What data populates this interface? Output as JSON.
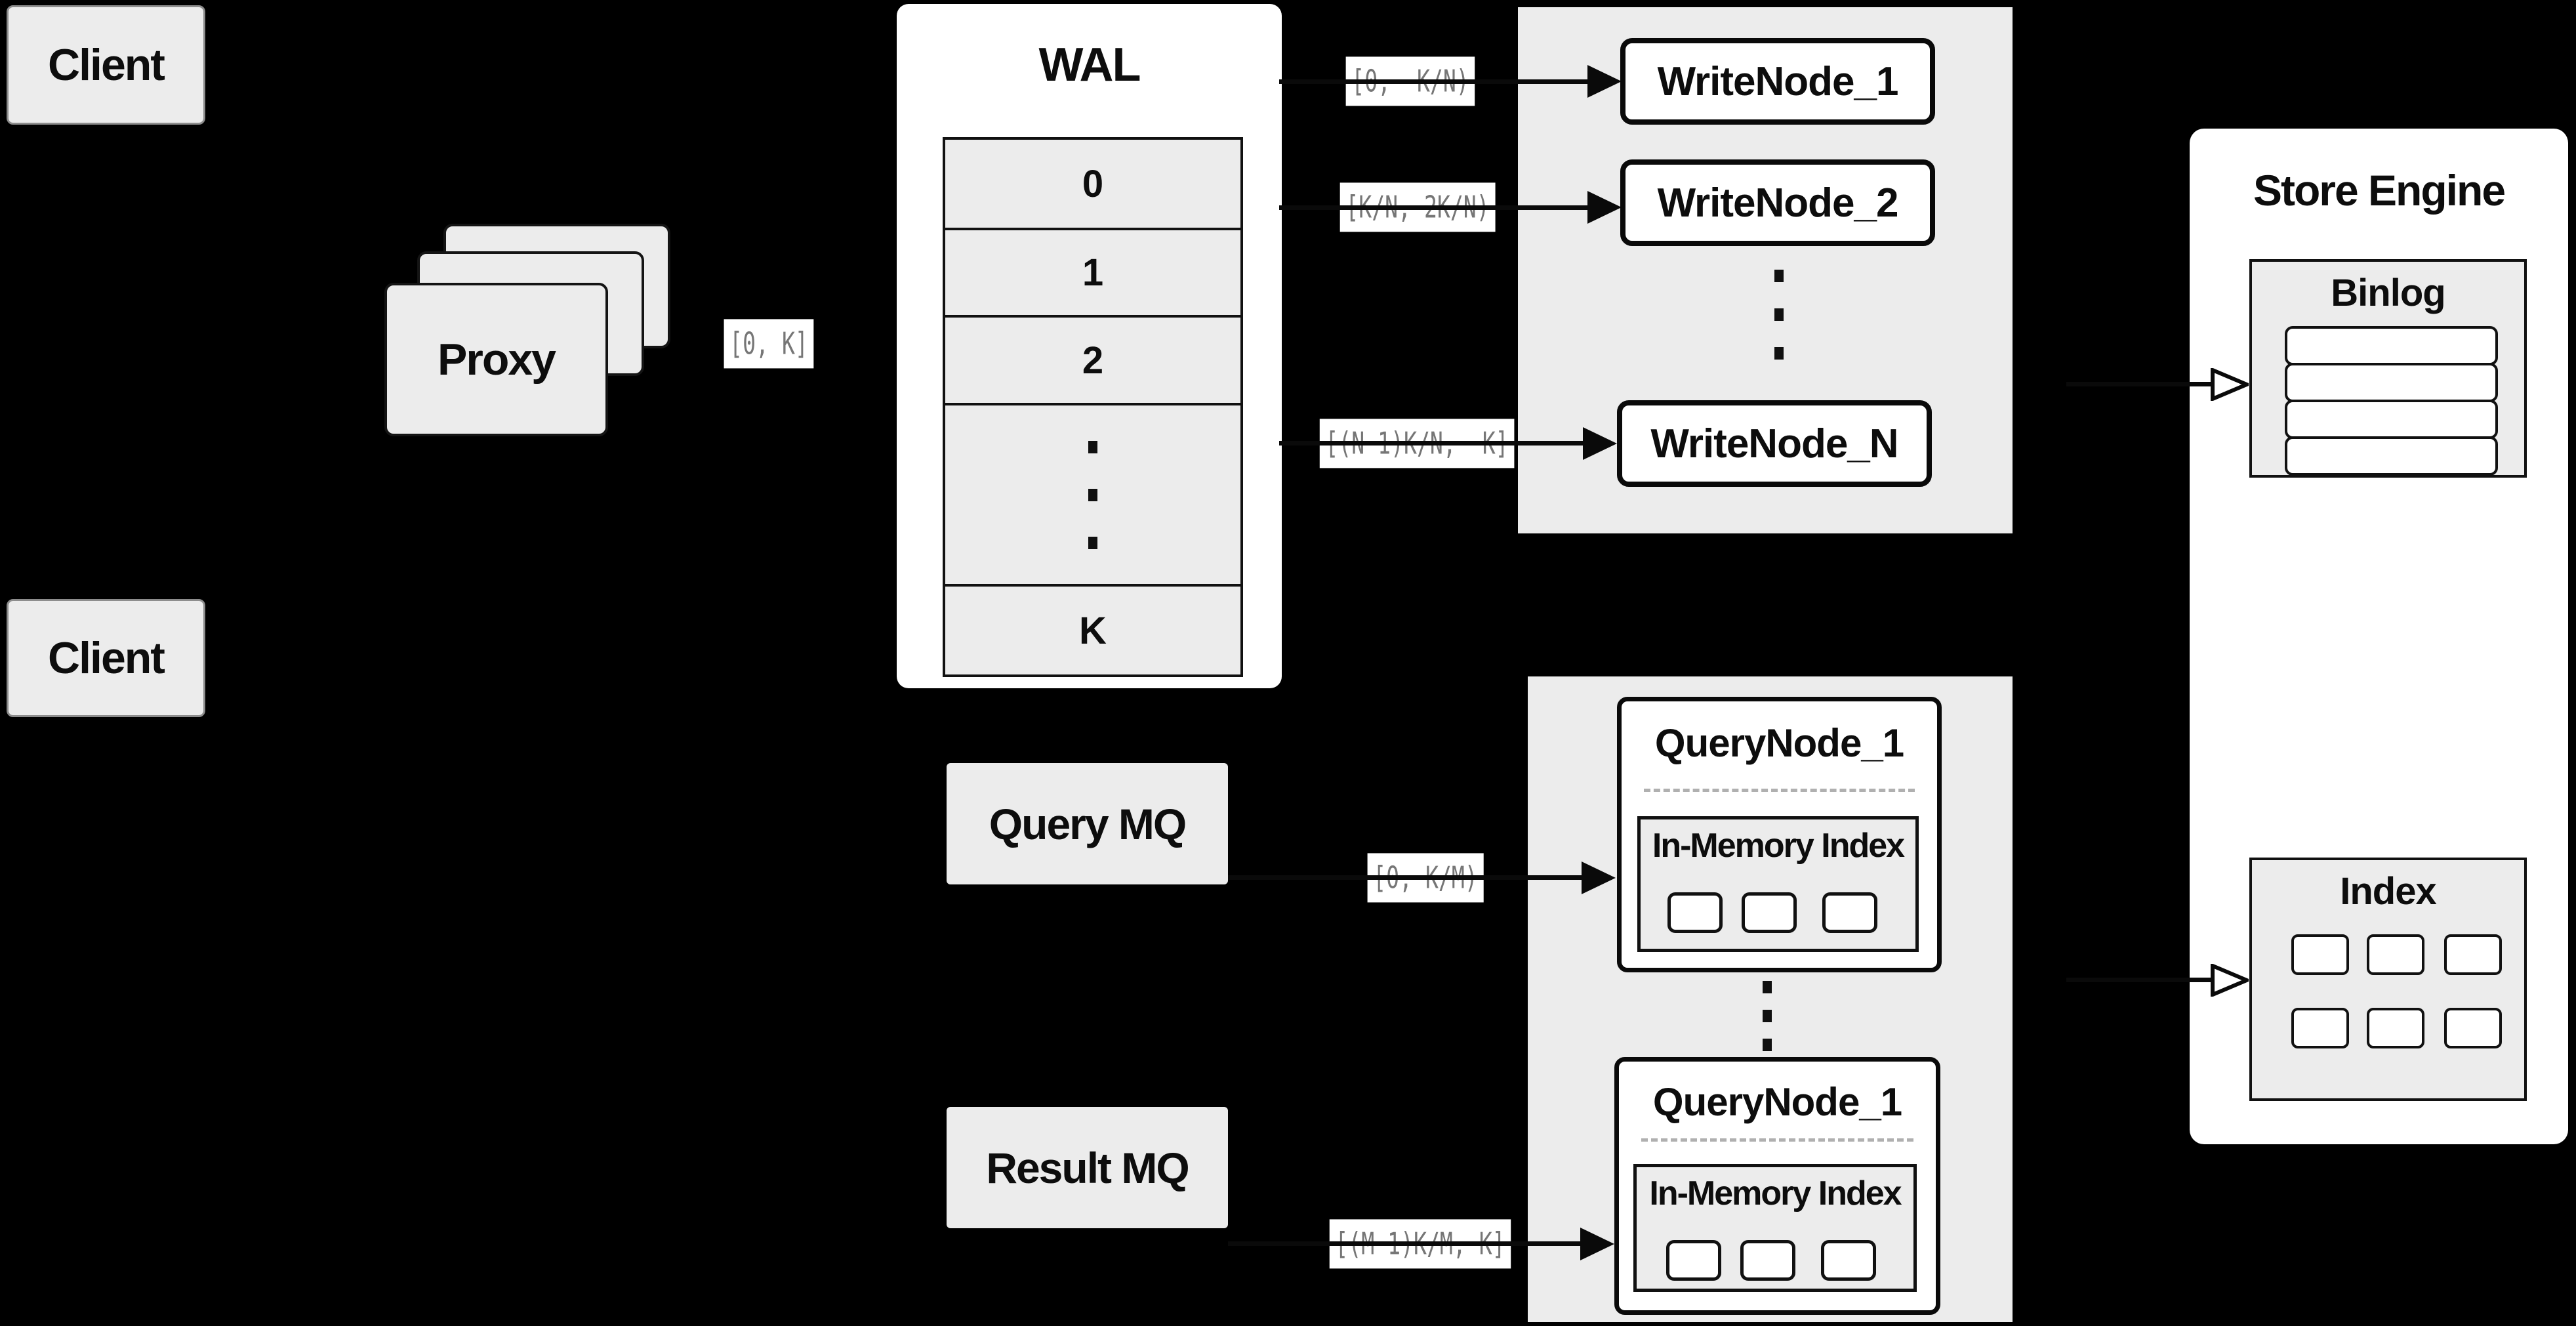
{
  "colors": {
    "background": "#000000",
    "panel_gray": "#ececec",
    "panel_white": "#ffffff",
    "line_black": "#0a0a0a",
    "range_label_text": "#767676",
    "dashed_divider": "#b0b0b0"
  },
  "clients": {
    "top": "Client",
    "bottom": "Client"
  },
  "proxy": {
    "label": "Proxy"
  },
  "wal": {
    "title": "WAL",
    "rows": [
      "0",
      "1",
      "2"
    ],
    "last_row": "K"
  },
  "mq": {
    "query": "Query MQ",
    "result": "Result MQ"
  },
  "range_labels": {
    "proxy_out": "[0, K]",
    "write_1": "[0,  K/N)",
    "write_2": "[K/N, 2K/N)",
    "write_n": "[(N−1)K/N,  K]",
    "query_1": "[0, K/M)",
    "query_m": "[(M−1)K/M, K]"
  },
  "write_nodes": {
    "items": [
      "WriteNode_1",
      "WriteNode_2",
      "WriteNode_N"
    ]
  },
  "query_nodes": {
    "node_top": {
      "title": "QueryNode_1",
      "index_label": "In-Memory Index"
    },
    "node_bottom": {
      "title": "QueryNode_1",
      "index_label": "In-Memory Index"
    }
  },
  "store_engine": {
    "title": "Store Engine",
    "binlog": {
      "title": "Binlog"
    },
    "index": {
      "title": "Index"
    }
  }
}
